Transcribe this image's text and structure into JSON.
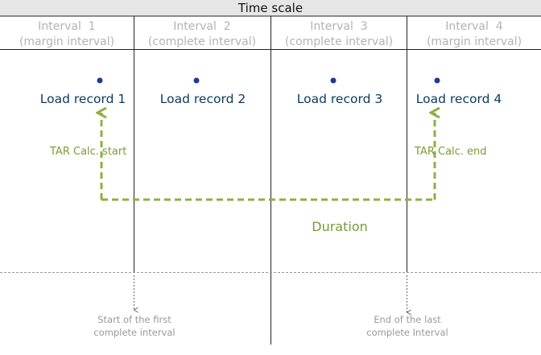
{
  "header": {
    "title": "Time scale"
  },
  "intervals": [
    {
      "name": "Interval  1",
      "kind": "(margin interval)"
    },
    {
      "name": "Interval  2",
      "kind": "(complete interval)"
    },
    {
      "name": "Interval  3",
      "kind": "(complete interval)"
    },
    {
      "name": "Interval  4",
      "kind": "(margin interval)"
    }
  ],
  "records": [
    {
      "label": "Load record 1"
    },
    {
      "label": "Load record 2"
    },
    {
      "label": "Load record 3"
    },
    {
      "label": "Load record 4"
    }
  ],
  "annotations": {
    "start": "TAR Calc. start",
    "end": "TAR Calc. end",
    "duration": "Duration"
  },
  "footnotes": {
    "first_line1": "Start of the first",
    "first_line2": "complete interval",
    "last_line1": "End of the last",
    "last_line2": "complete Interval"
  },
  "colors": {
    "header_bg": "#e6e6e6",
    "header_text": "#111111",
    "interval_text": "#b3b3b3",
    "record_text": "#0b3a5c",
    "record_dot": "#1f3a93",
    "accent_green": "#8db042",
    "annotation_green": "#7a9c35",
    "grid_line": "#222222",
    "footnote_text": "#9a9a9a",
    "dashed_gray": "#888888"
  }
}
